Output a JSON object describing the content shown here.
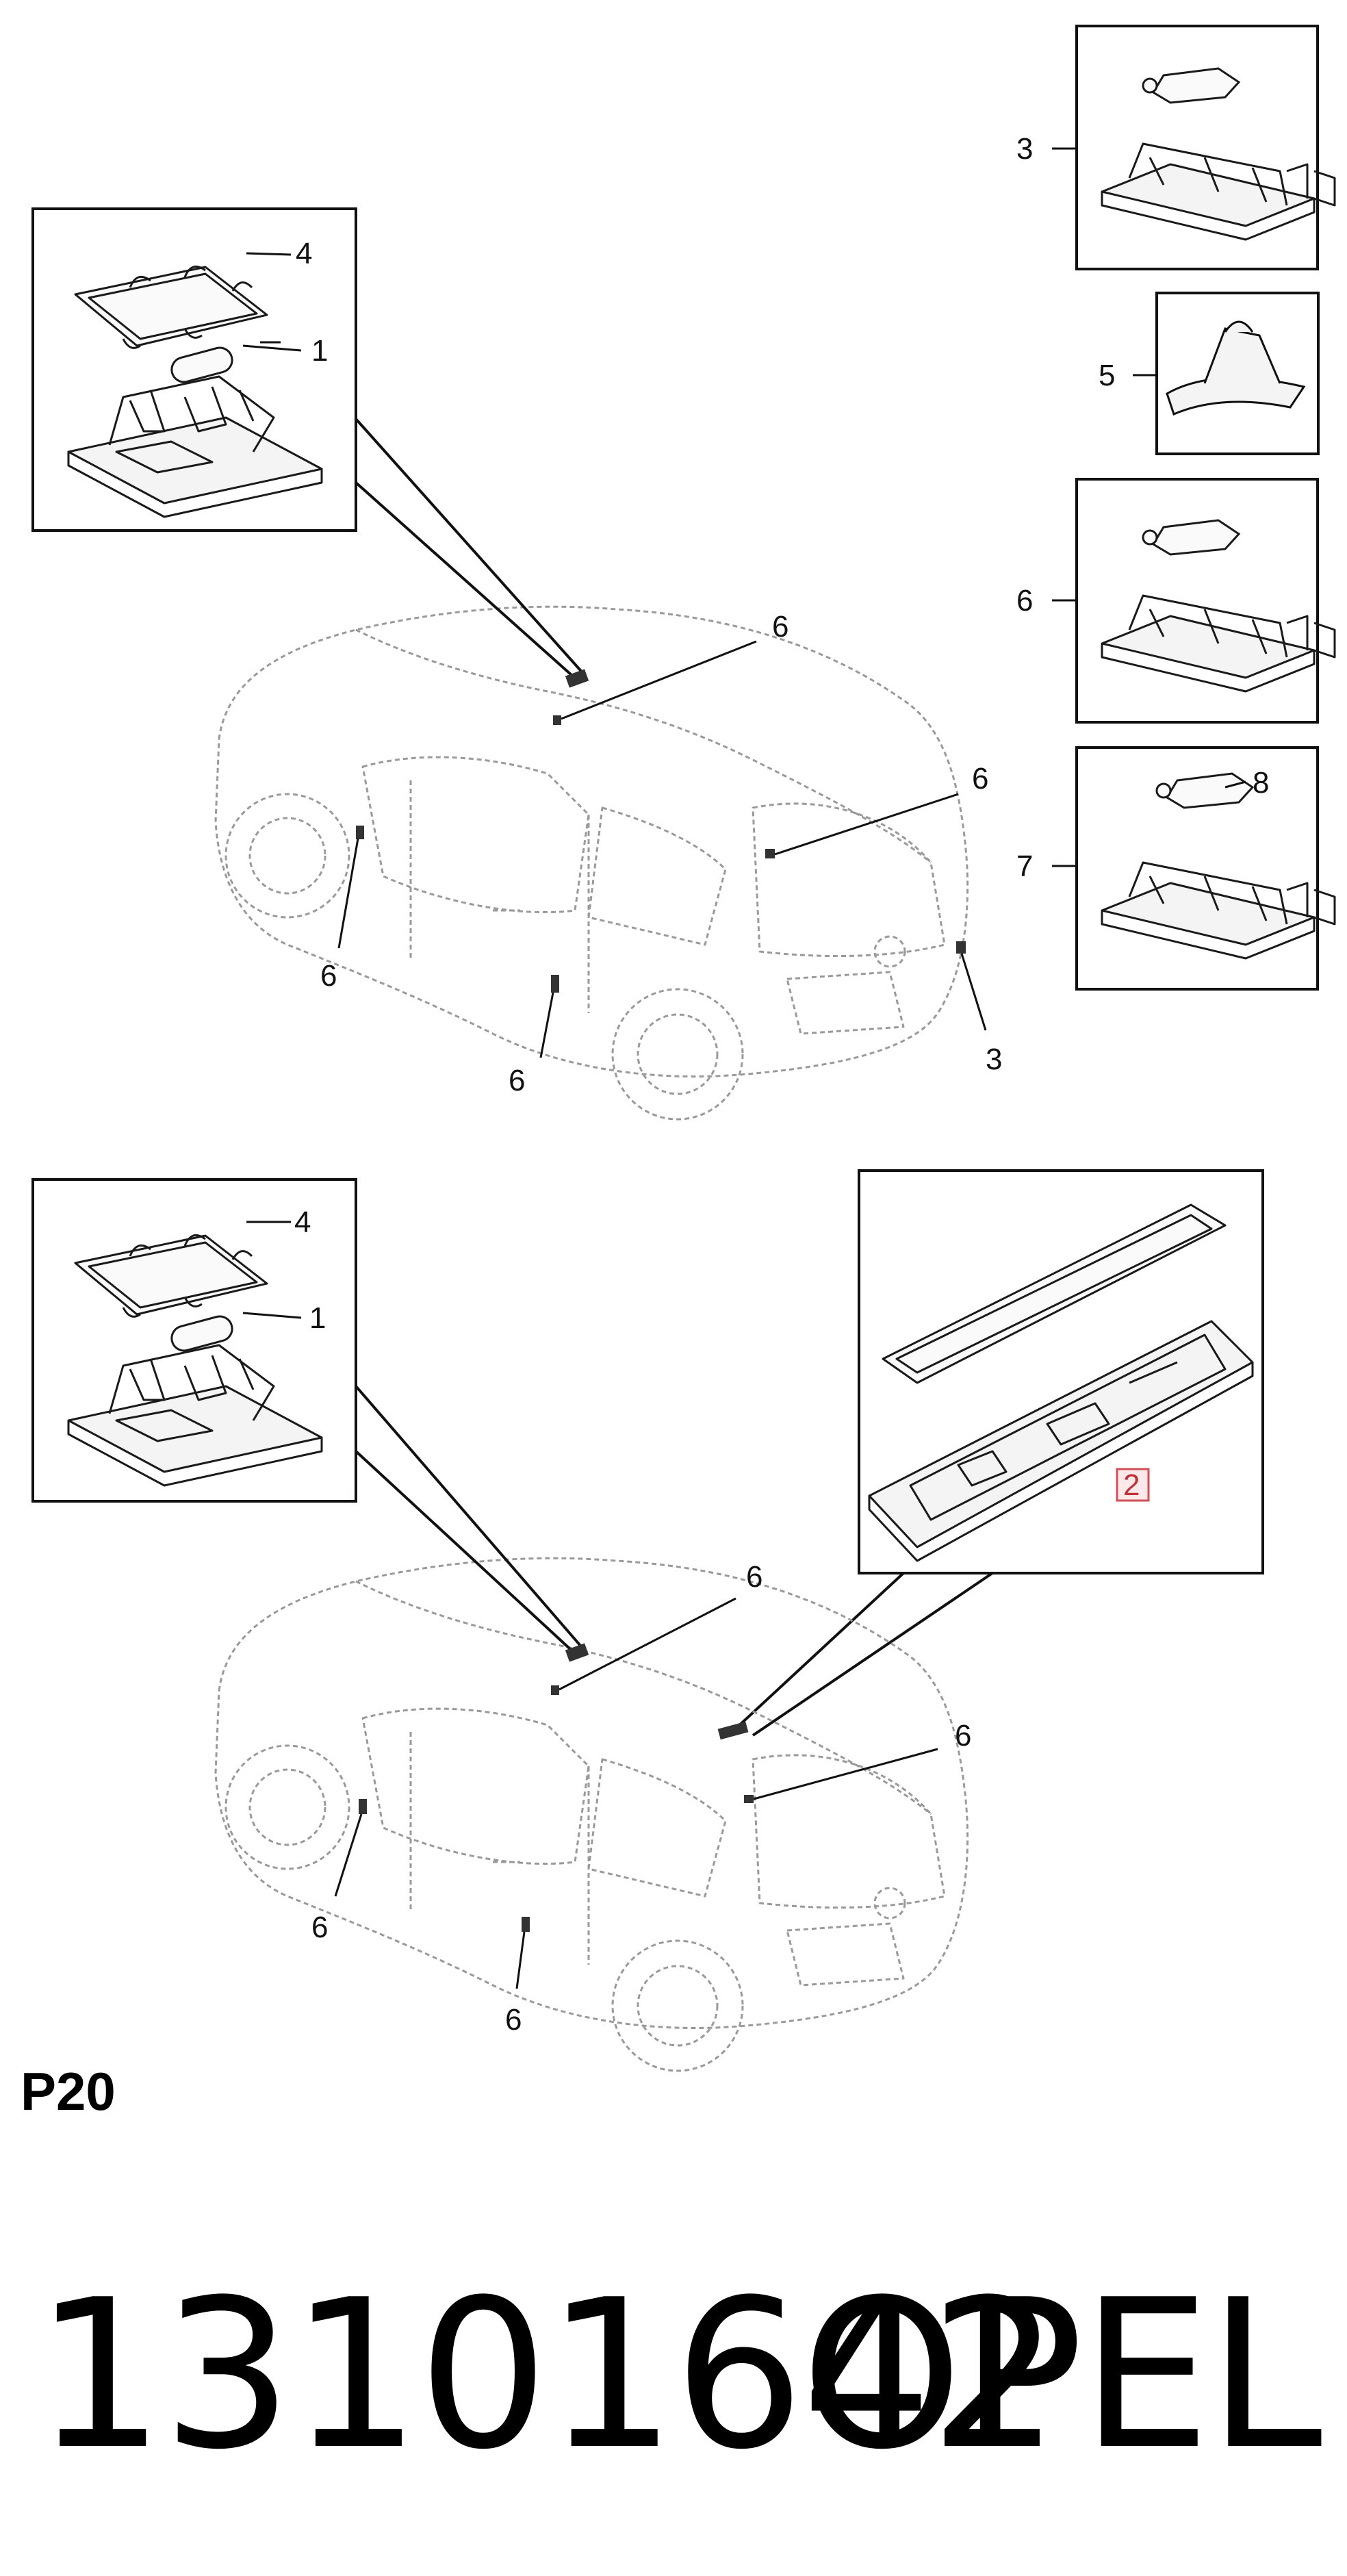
{
  "callouts": {
    "top_box_bulb_3": "3",
    "top_box_clip_5": "5",
    "top_box_bulb_6": "6",
    "top_box_holder_7": "7",
    "top_box_bulb_8": "8",
    "car1_inset_cover_4": "4",
    "car1_inset_bulb_1": "1",
    "car1_roof_6": "6",
    "car1_rear_6": "6",
    "car1_door_front_6": "6",
    "car1_door_side_6": "6",
    "car1_trunk_3": "3",
    "car2_inset_cover_4": "4",
    "car2_inset_bulb_1": "1",
    "car2_rear_lamp_2": "2",
    "car2_roof_6": "6",
    "car2_rear_6": "6",
    "car2_door_front_6": "6",
    "car2_door_side_6": "6"
  },
  "section_code": "P20",
  "part_number": "13101642",
  "brand": "OPEL"
}
